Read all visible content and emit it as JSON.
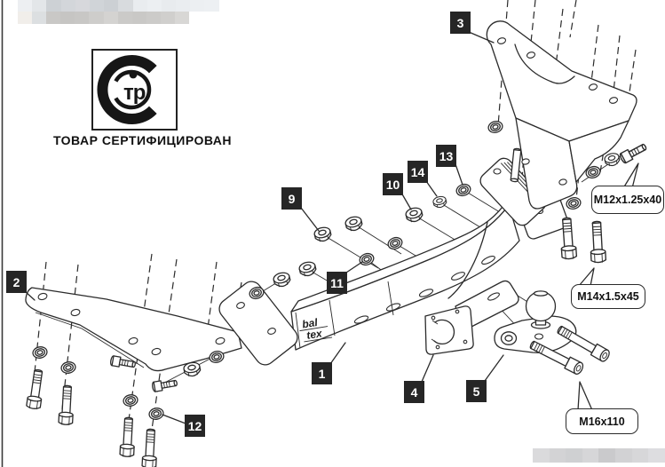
{
  "document": {
    "kind": "exploded-assembly-diagram",
    "subject": "tow hitch installation drawing"
  },
  "certification": {
    "caption": "ТОВАР СЕРТИФИЦИРОВАН",
    "mark_text": "тр"
  },
  "brand": {
    "line1": "bal",
    "line2": "tex"
  },
  "callouts": {
    "n1": "1",
    "n2": "2",
    "n3": "3",
    "n4": "4",
    "n5": "5",
    "n9": "9",
    "n10": "10",
    "n11": "11",
    "n12": "12",
    "n13": "13",
    "n14": "14"
  },
  "fastener_labels": {
    "m12": "M12x1.25x40",
    "m14": "M14x1.5x45",
    "m16": "M16x110"
  },
  "colors": {
    "line": "#2b2b2b",
    "callout_bg": "#262626",
    "callout_text": "#ffffff",
    "page_bg": "#ffffff"
  },
  "redaction": {
    "top_row1": [
      "#edeff2",
      "#e3e6e9",
      "#cdd1d5",
      "#d3d6da",
      "#d7d8dc",
      "#d0d4d8",
      "#ccd0d4",
      "#d8dbde",
      "#e9ecef",
      "#eceff2",
      "#e8ebee",
      "#eaedf0",
      "#eceff2",
      "#edf0f3"
    ],
    "top_row2": [
      "#f1eeea",
      "#dcdfe1",
      "#c9c8c6",
      "#c6c5c3",
      "#c8c7c5",
      "#cecdcb",
      "#d4d3d1",
      "#cbcac8",
      "#c9c8c6",
      "#cccbc9",
      "#d0cfcd",
      "#d8d7d5"
    ],
    "bottom": [
      "#dadadc",
      "#d3d3d5",
      "#cfd0d2",
      "#d6d6d8",
      "#cacacc",
      "#d2d2d4",
      "#d7d7d9",
      "#dddde0"
    ]
  }
}
